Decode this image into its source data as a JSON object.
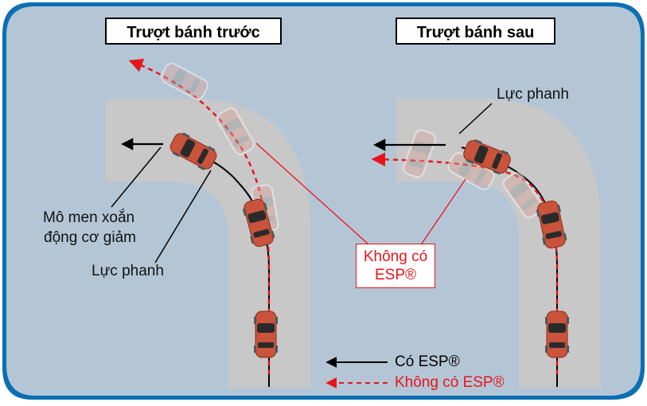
{
  "titles": {
    "front": "Trượt bánh trước",
    "rear": "Trượt bánh sau"
  },
  "labels": {
    "torque_line1": "Mô men xoắn",
    "torque_line2": "động cơ giảm",
    "brake_left": "Lực phanh",
    "brake_right": "Lực phanh"
  },
  "no_esp_box": {
    "line1": "Không có",
    "line2": "ESP®"
  },
  "legend": {
    "with_esp": "Có ESP®",
    "without_esp": "Không có ESP®"
  },
  "colors": {
    "background": "#b4c6d6",
    "frame": "#0b6fb3",
    "road": "#c8c8c8",
    "car": "#c9533b",
    "accent_red": "#e8141b",
    "black": "#000000"
  }
}
